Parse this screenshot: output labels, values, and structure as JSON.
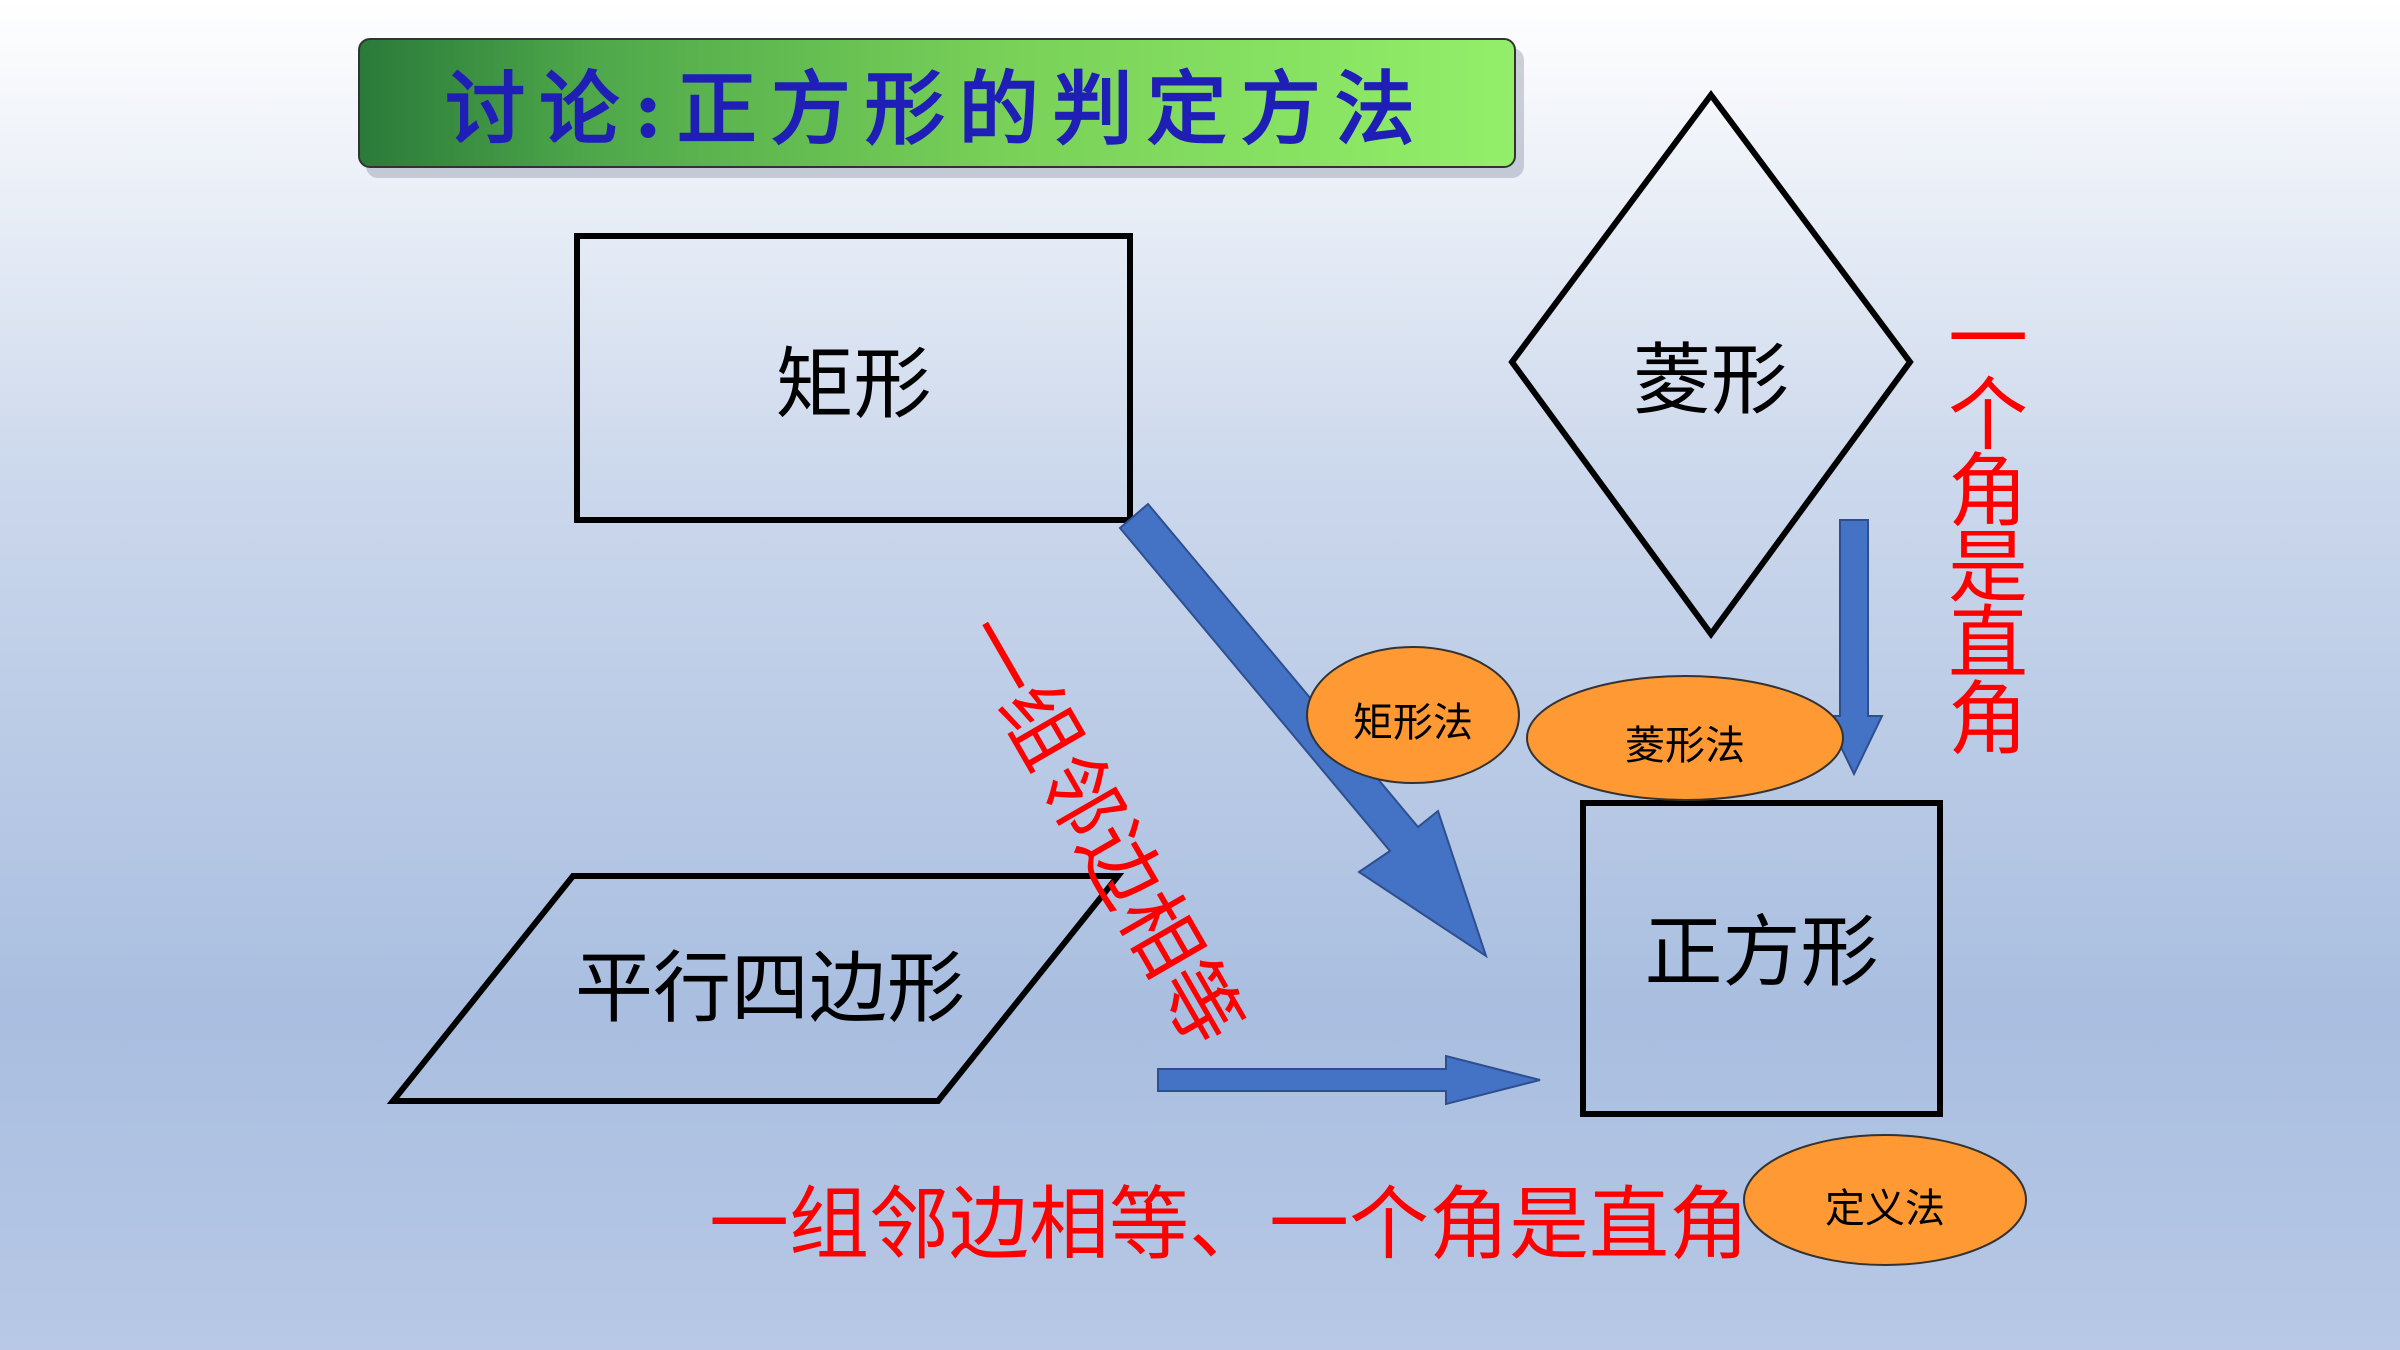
{
  "title": "讨论:正方形的判定方法",
  "shapes": {
    "rectangle": "矩形",
    "rhombus": "菱形",
    "parallelogram": "平行四边形",
    "square": "正方形"
  },
  "conditions": {
    "diagonal_arrow": "一组邻边相等",
    "vertical_arrow": "一个角是直角",
    "bottom": "一组邻边相等、一个角是直角"
  },
  "methods": {
    "rectangle_method": "矩形法",
    "rhombus_method": "菱形法",
    "definition_method": "定义法"
  },
  "colors": {
    "title_text": "#1f1fb8",
    "arrow_fill": "#4472c4",
    "condition_text": "#ff0000",
    "oval_fill": "#ff9933"
  }
}
